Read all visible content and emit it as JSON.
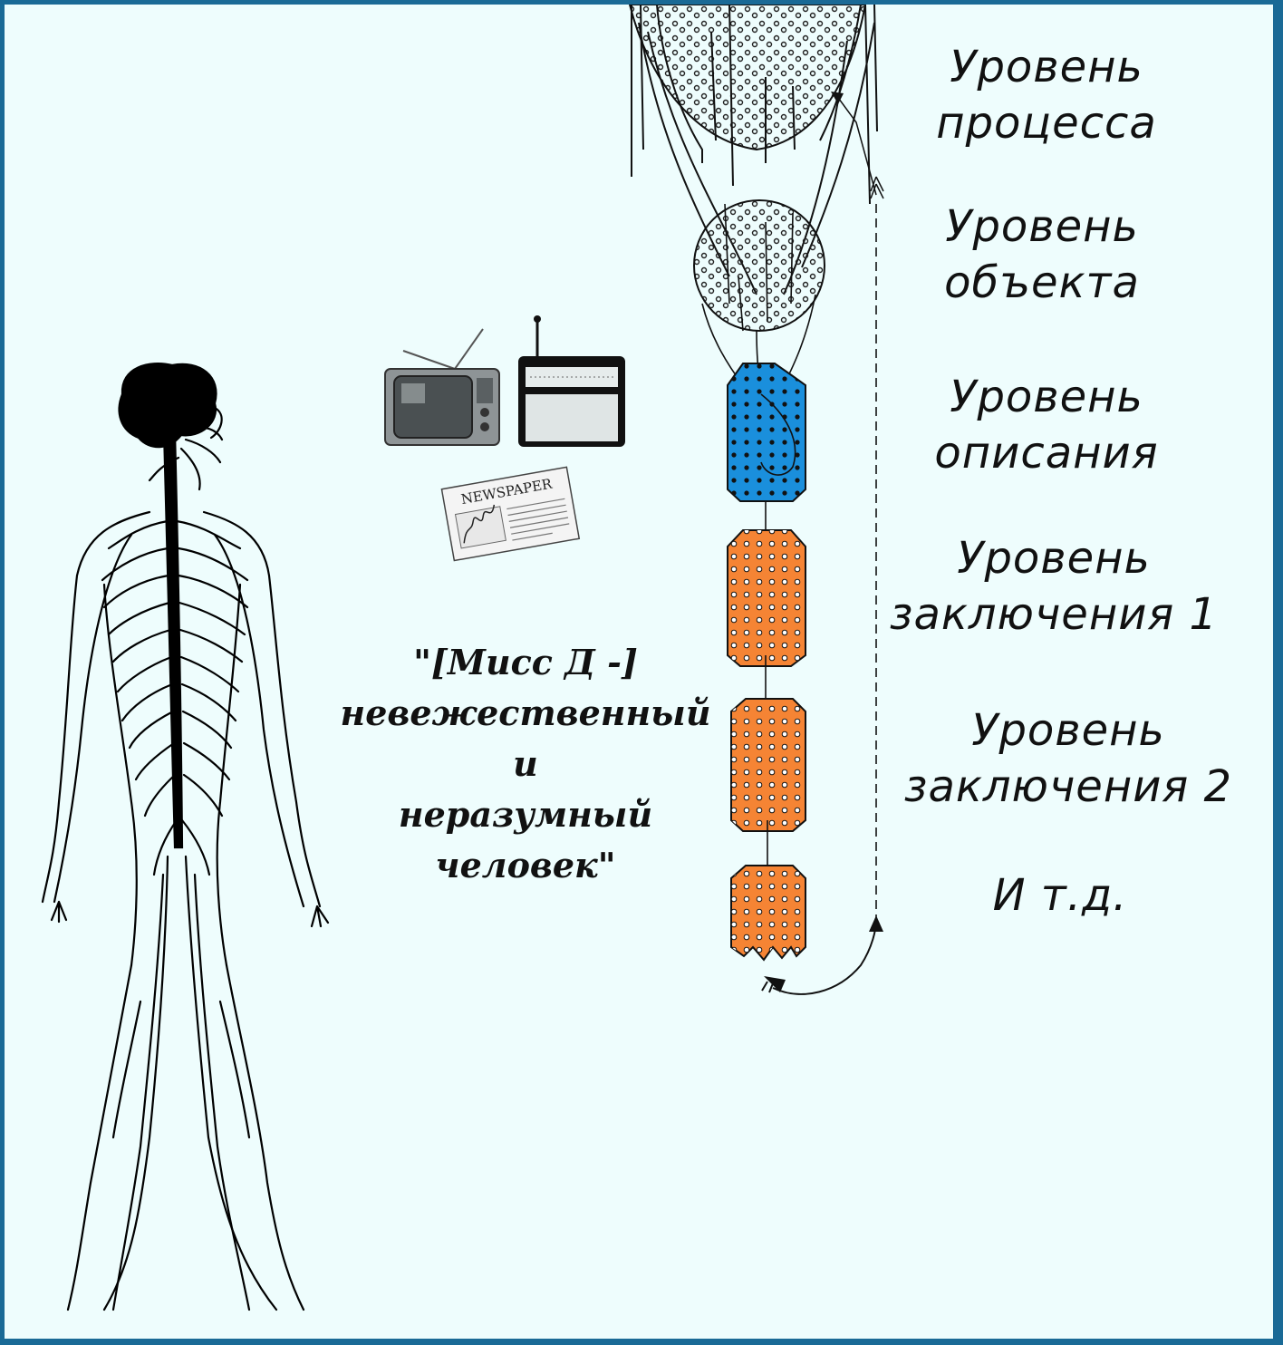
{
  "levels": [
    {
      "line1": "Уровень",
      "line2": "процесса"
    },
    {
      "line1": "Уровень",
      "line2": "объекта"
    },
    {
      "line1": "Уровень",
      "line2": "описания"
    },
    {
      "line1": "Уровень",
      "line2": "заключения 1"
    },
    {
      "line1": "Уровень",
      "line2": "заключения 2"
    },
    {
      "line1": "И т.д.",
      "line2": ""
    }
  ],
  "quote": {
    "line1": "\"[Мисс Д -]",
    "line2": "невежественный",
    "line3": "и",
    "line4": "неразумный",
    "line5": "человек\""
  },
  "media": {
    "newspaper_label": "NEWSPAPER"
  },
  "colors": {
    "frame_border": "#1a6a96",
    "background": "#eefdfd",
    "description_level": "#1a8fdc",
    "inference_level": "#f58434"
  },
  "icons": [
    "nervous-system-figure",
    "tv-icon",
    "radio-icon",
    "newspaper-icon",
    "structural-differential"
  ]
}
